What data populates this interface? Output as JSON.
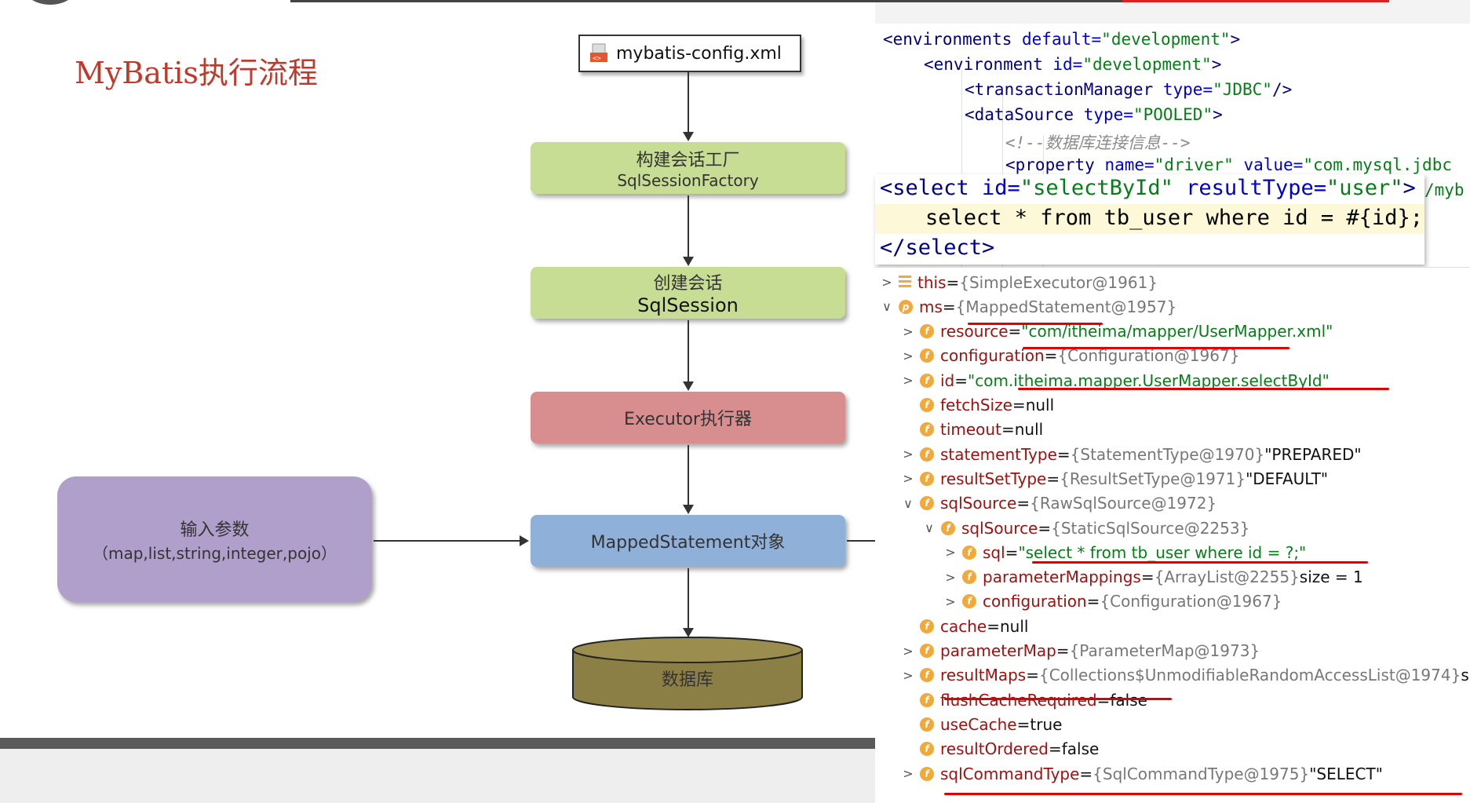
{
  "slide": {
    "title": "MyBatis执行流程",
    "config_file": "mybatis-config.xml",
    "factory_cn": "构建会话工厂",
    "factory_en": "SqlSessionFactory",
    "session_cn": "创建会话",
    "session_en": "SqlSession",
    "executor": "Executor执行器",
    "mapped_statement": "MappedStatement对象",
    "input_cn": "输入参数",
    "input_en": "（map,list,string,integer,pojo）",
    "database": "数据库"
  },
  "code": {
    "line1_tag": "<environments ",
    "line1_attr": "default=",
    "line1_val": "\"development\"",
    "line1_end": ">",
    "line2_tag": "<environment ",
    "line2_attr": "id=",
    "line2_val": "\"development\"",
    "line2_end": ">",
    "line3_tag": "<transactionManager ",
    "line3_attr": "type=",
    "line3_val": "\"JDBC\"",
    "line3_end": "/>",
    "line4_tag": "<dataSource ",
    "line4_attr": "type=",
    "line4_val": "\"POOLED\"",
    "line4_end": ">",
    "line5_comment": "<!--数据库连接信息-->",
    "line6_tag": "<property ",
    "line6_attr": "name=",
    "line6_val": "\"driver\"",
    "line6_attr2": " value=",
    "line6_val2": "\"com.mysql.jdbc",
    "side_fragment": "/myb"
  },
  "overlay": {
    "line1_open": "<select ",
    "line1_attr1": "id=",
    "line1_val1": "\"selectById\"",
    "line1_attr2": " resultType=",
    "line1_val2": "\"user\"",
    "line1_end": ">",
    "line2": "select * from tb_user where id = #{id};",
    "line3": "</select>"
  },
  "debugger": {
    "rows": [
      {
        "chev": ">",
        "icon": "this",
        "name": "this",
        "eq": " = ",
        "gray": "{SimpleExecutor@1961}",
        "str": "",
        "tail": ""
      },
      {
        "chev": "∨",
        "icon": "p",
        "name": "ms",
        "eq": " = ",
        "gray": "{MappedStatement@1957}",
        "str": "",
        "tail": ""
      },
      {
        "chev": ">",
        "icon": "f",
        "name": "resource",
        "eq": " = ",
        "gray": "",
        "str": "\"com/itheima/mapper/UserMapper.xml\"",
        "tail": ""
      },
      {
        "chev": ">",
        "icon": "f",
        "name": "configuration",
        "eq": " = ",
        "gray": "{Configuration@1967}",
        "str": "",
        "tail": ""
      },
      {
        "chev": ">",
        "icon": "f",
        "name": "id",
        "eq": " = ",
        "gray": "",
        "str": "\"com.itheima.mapper.UserMapper.selectById\"",
        "tail": ""
      },
      {
        "chev": "",
        "icon": "f",
        "name": "fetchSize",
        "eq": " = ",
        "gray": "",
        "str": "",
        "tail": "null"
      },
      {
        "chev": "",
        "icon": "f",
        "name": "timeout",
        "eq": " = ",
        "gray": "",
        "str": "",
        "tail": "null"
      },
      {
        "chev": ">",
        "icon": "f",
        "name": "statementType",
        "eq": " = ",
        "gray": "{StatementType@1970}",
        "str": "",
        "tail": " \"PREPARED\""
      },
      {
        "chev": ">",
        "icon": "f",
        "name": "resultSetType",
        "eq": " = ",
        "gray": "{ResultSetType@1971}",
        "str": "",
        "tail": " \"DEFAULT\""
      },
      {
        "chev": "∨",
        "icon": "f",
        "name": "sqlSource",
        "eq": " = ",
        "gray": "{RawSqlSource@1972}",
        "str": "",
        "tail": ""
      },
      {
        "chev": "∨",
        "icon": "f",
        "name": "sqlSource",
        "eq": " = ",
        "gray": "{StaticSqlSource@2253}",
        "str": "",
        "tail": ""
      },
      {
        "chev": ">",
        "icon": "f",
        "name": "sql",
        "eq": " = ",
        "gray": "",
        "str": "\"select * from tb_user where id = ?;\"",
        "tail": ""
      },
      {
        "chev": ">",
        "icon": "f",
        "name": "parameterMappings",
        "eq": " = ",
        "gray": "{ArrayList@2255}",
        "str": "",
        "tail": "  size = 1"
      },
      {
        "chev": ">",
        "icon": "f",
        "name": "configuration",
        "eq": " = ",
        "gray": "{Configuration@1967}",
        "str": "",
        "tail": ""
      },
      {
        "chev": "",
        "icon": "f",
        "name": "cache",
        "eq": " = ",
        "gray": "",
        "str": "",
        "tail": "null"
      },
      {
        "chev": ">",
        "icon": "f",
        "name": "parameterMap",
        "eq": " = ",
        "gray": "{ParameterMap@1973}",
        "str": "",
        "tail": ""
      },
      {
        "chev": ">",
        "icon": "f",
        "name": "resultMaps",
        "eq": " = ",
        "gray": "{Collections$UnmodifiableRandomAccessList@1974}",
        "str": "",
        "tail": "  size ="
      },
      {
        "chev": "",
        "icon": "f",
        "name": "flushCacheRequired",
        "eq": " = ",
        "gray": "",
        "str": "",
        "tail": "false"
      },
      {
        "chev": "",
        "icon": "f",
        "name": "useCache",
        "eq": " = ",
        "gray": "",
        "str": "",
        "tail": "true"
      },
      {
        "chev": "",
        "icon": "f",
        "name": "resultOrdered",
        "eq": " = ",
        "gray": "",
        "str": "",
        "tail": "false"
      },
      {
        "chev": ">",
        "icon": "f",
        "name": "sqlCommandType",
        "eq": " = ",
        "gray": "{SqlCommandType@1975}",
        "str": "",
        "tail": " \"SELECT\""
      }
    ]
  }
}
